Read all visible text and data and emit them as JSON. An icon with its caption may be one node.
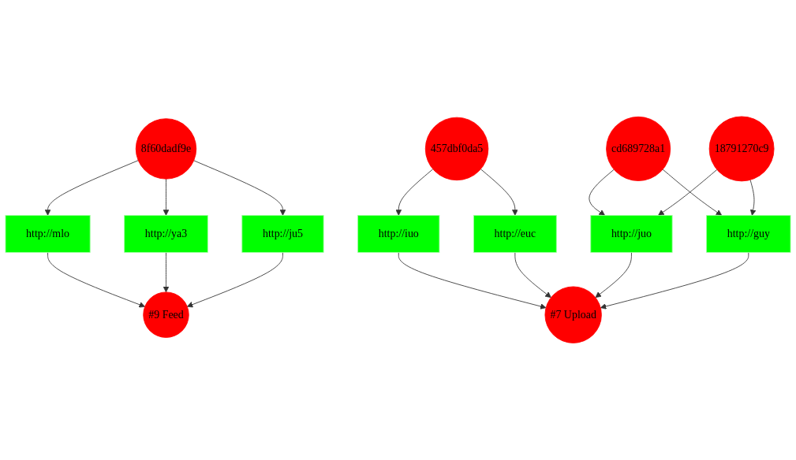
{
  "diagram": {
    "nodes": [
      {
        "text": [
          "8f60dadf9e"
        ]
      },
      {
        "text": [
          "457dbf0da5"
        ]
      },
      {
        "text": [
          "cd689728a1"
        ]
      },
      {
        "text": [
          "18791270c9"
        ]
      },
      {
        "text": [
          "http://mlo"
        ]
      },
      {
        "text": [
          "http://ya3"
        ]
      },
      {
        "text": [
          "http://ju5"
        ]
      },
      {
        "text": [
          "http://iuo"
        ]
      },
      {
        "text": [
          "http://euc"
        ]
      },
      {
        "text": [
          "http://juo"
        ]
      },
      {
        "text": [
          "http://guy"
        ]
      },
      {
        "text": [
          "#9 Feed"
        ]
      },
      {
        "text": [
          "#7 Upload"
        ]
      }
    ],
    "edges": [
      {
        "from": 0,
        "to": 4,
        "arrow": "to"
      },
      {
        "from": 0,
        "to": 5,
        "arrow": "to"
      },
      {
        "from": 0,
        "to": 6,
        "arrow": "to"
      },
      {
        "from": 1,
        "to": 7,
        "arrow": "to"
      },
      {
        "from": 1,
        "to": 8,
        "arrow": "to"
      },
      {
        "from": 2,
        "to": 9,
        "arrow": "to"
      },
      {
        "from": 2,
        "to": 10,
        "arrow": "to"
      },
      {
        "from": 3,
        "to": 9,
        "arrow": "to"
      },
      {
        "from": 3,
        "to": 10,
        "arrow": "to"
      },
      {
        "from": 4,
        "to": 11,
        "arrow": "to"
      },
      {
        "from": 5,
        "to": 11,
        "arrow": "to"
      },
      {
        "from": 6,
        "to": 11,
        "arrow": "to"
      },
      {
        "from": 7,
        "to": 12,
        "arrow": "to"
      },
      {
        "from": 8,
        "to": 12,
        "arrow": "to"
      },
      {
        "from": 9,
        "to": 12,
        "arrow": "to"
      },
      {
        "from": 10,
        "to": 12,
        "arrow": "to"
      }
    ]
  }
}
